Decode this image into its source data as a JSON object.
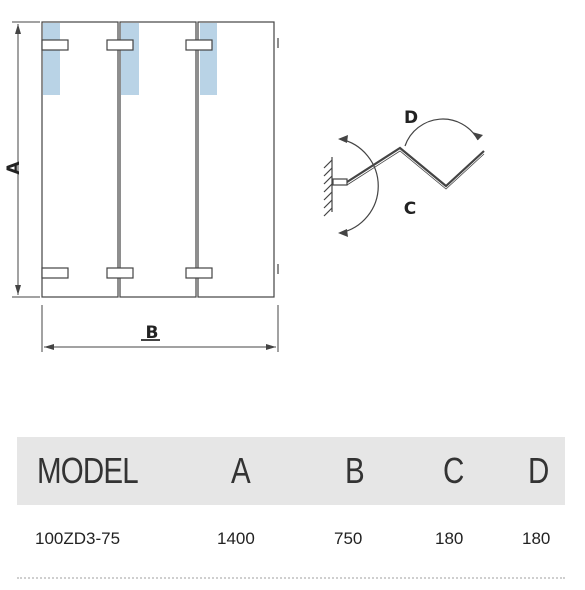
{
  "diagram": {
    "label_a": "A",
    "label_b": "B",
    "label_c": "C",
    "label_d": "D"
  },
  "table": {
    "headers": {
      "model": "MODEL",
      "a": "A",
      "b": "B",
      "c": "C",
      "d": "D"
    },
    "row": {
      "model": "100ZD3-75",
      "a": "1400",
      "b": "750",
      "c": "180",
      "d": "180"
    }
  },
  "colors": {
    "line": "#333333",
    "glass_tint": "#b9d3e6",
    "header_bg": "#e6e6e6"
  }
}
